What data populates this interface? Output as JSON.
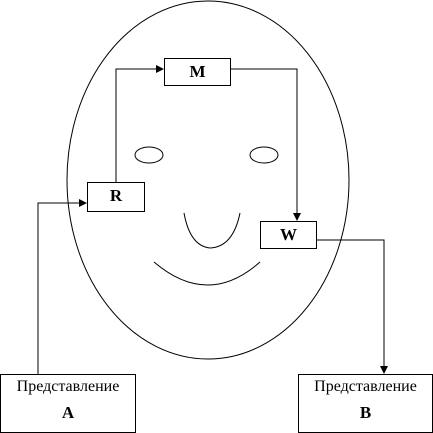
{
  "boxes": {
    "m": {
      "label": "M"
    },
    "r": {
      "label": "R"
    },
    "w": {
      "label": "W"
    },
    "a": {
      "word": "Представление",
      "letter": "A"
    },
    "b": {
      "word": "Представление",
      "letter": "B"
    }
  },
  "colors": {
    "stroke": "#000000",
    "background": "#ffffff"
  }
}
